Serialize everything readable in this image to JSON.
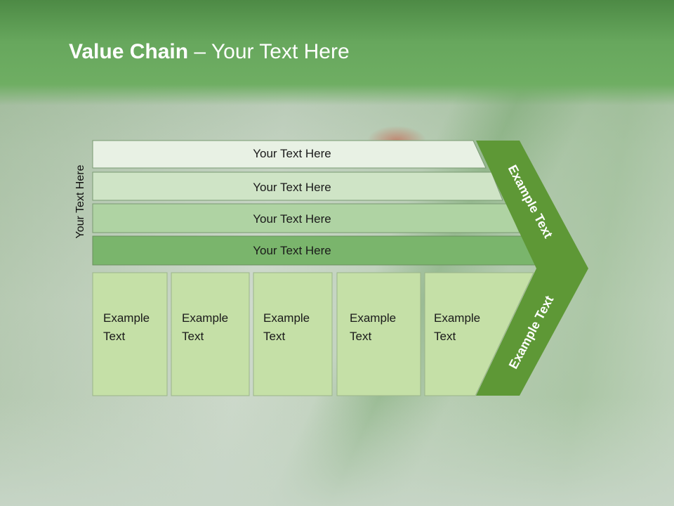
{
  "title": {
    "bold": "Value Chain",
    "rest": " – Your Text Here"
  },
  "side_label": "Your Text Here",
  "rows": [
    {
      "label": "Your Text Here",
      "color": "#e8f1e4"
    },
    {
      "label": "Your Text Here",
      "color": "#cfe4c6"
    },
    {
      "label": "Your Text Here",
      "color": "#afd3a3"
    },
    {
      "label": "Your Text Here",
      "color": "#7ab56c"
    }
  ],
  "columns": [
    {
      "line1": "Example",
      "line2": "Text"
    },
    {
      "line1": "Example",
      "line2": "Text"
    },
    {
      "line1": "Example",
      "line2": "Text"
    },
    {
      "line1": "Example",
      "line2": "Text"
    },
    {
      "line1": "Example",
      "line2": "Text"
    }
  ],
  "chevron": {
    "upper_label": "Example Text",
    "lower_label": "Example Text",
    "color": "#5e9836"
  },
  "colors": {
    "column_fill": "#c5e0a7",
    "band": "#67a75d"
  }
}
